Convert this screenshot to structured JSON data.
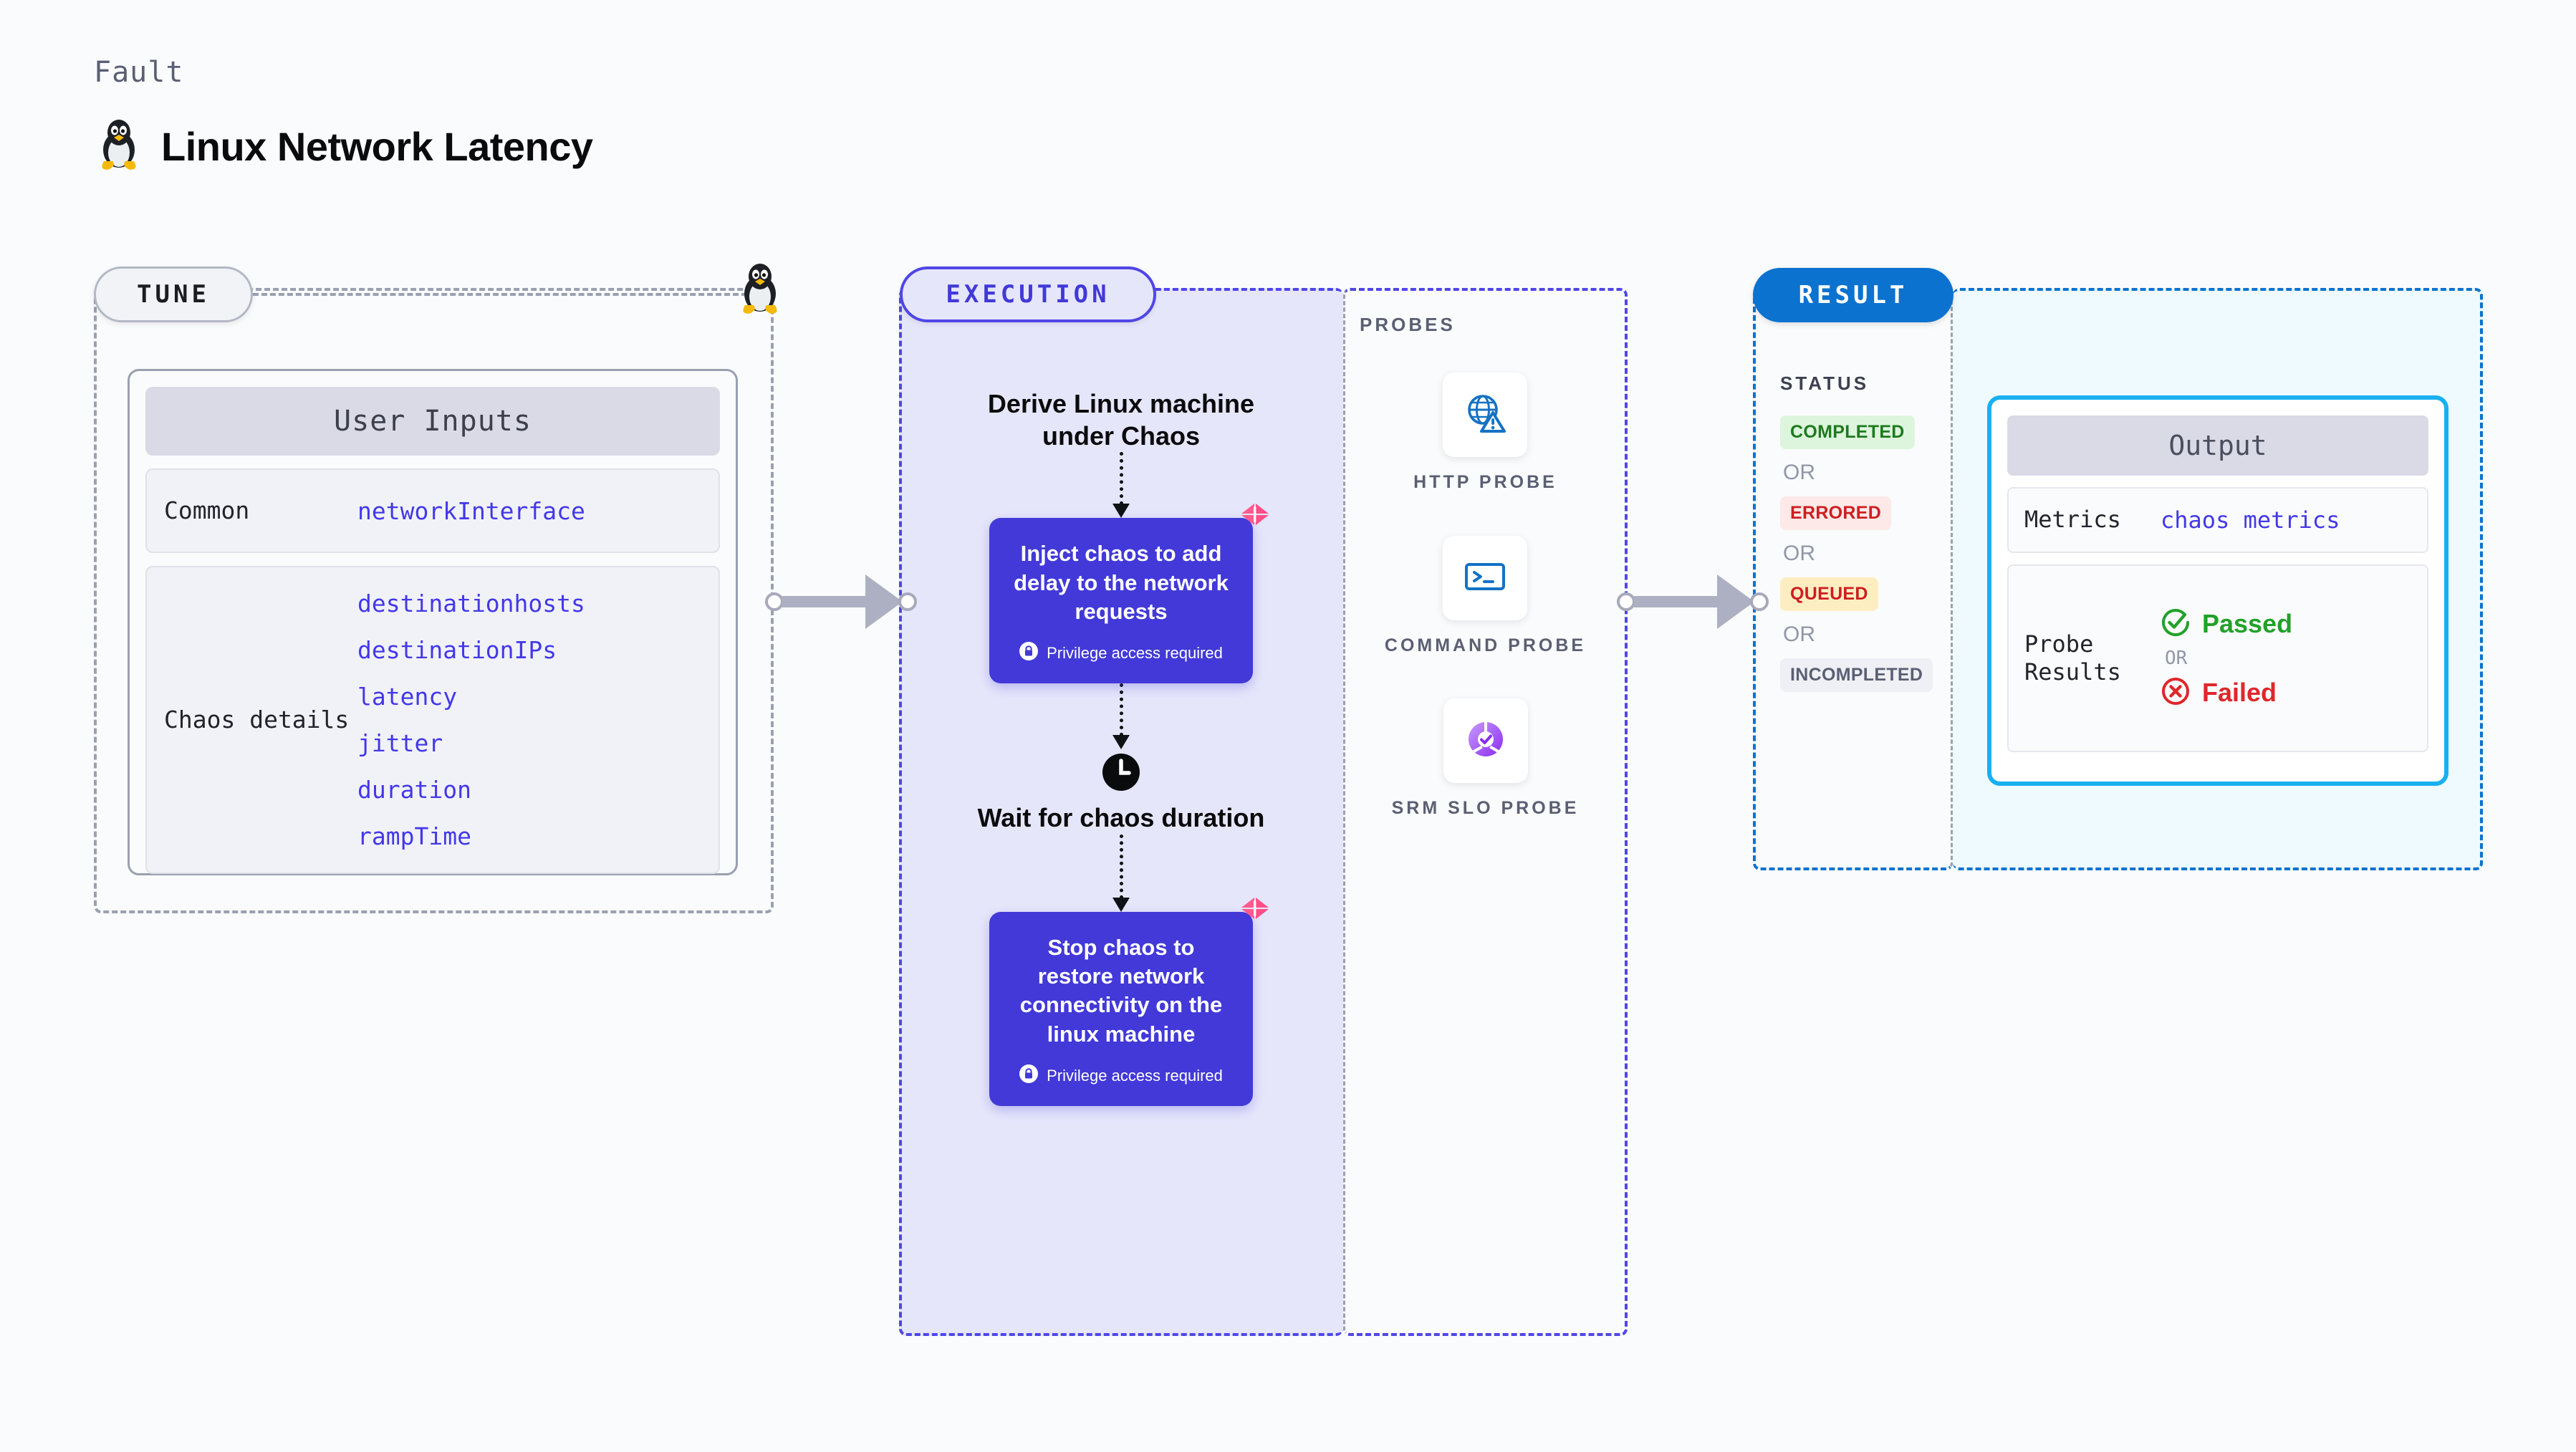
{
  "header": {
    "kicker": "Fault",
    "title": "Linux Network Latency",
    "icon": "linux-penguin-icon"
  },
  "tune": {
    "pill_label": "TUNE",
    "card_title": "User Inputs",
    "rows": [
      {
        "key": "Common",
        "values": [
          "networkInterface"
        ]
      },
      {
        "key": "Chaos details",
        "values": [
          "destinationhosts",
          "destinationIPs",
          "latency",
          "jitter",
          "duration",
          "rampTime"
        ]
      }
    ]
  },
  "execution": {
    "pill_label": "EXECUTION",
    "step_derive": "Derive Linux machine under Chaos",
    "step_inject": "Inject chaos to add delay to the network requests",
    "step_inject_note": "Privilege access required",
    "step_wait": "Wait for chaos duration",
    "step_stop": "Stop chaos to restore network connectivity on the linux machine",
    "step_stop_note": "Privilege access required"
  },
  "probes": {
    "section_label": "PROBES",
    "items": [
      {
        "icon": "globe-warning-icon",
        "name": "HTTP PROBE"
      },
      {
        "icon": "terminal-prompt-icon",
        "name": "COMMAND PROBE"
      },
      {
        "icon": "srm-slo-donut-check-icon",
        "name": "SRM SLO PROBE"
      }
    ]
  },
  "result": {
    "pill_label": "RESULT",
    "status_label": "STATUS",
    "or_label": "OR",
    "statuses": [
      {
        "label": "COMPLETED",
        "text_color": "#1e7a1e",
        "bg_color": "#ddf5dd"
      },
      {
        "label": "ERRORED",
        "text_color": "#cc1f1f",
        "bg_color": "#fde9e8"
      },
      {
        "label": "QUEUED",
        "text_color": "#cc1f1f",
        "bg_color": "#fdeec2"
      },
      {
        "label": "INCOMPLETED",
        "text_color": "#5b5f73",
        "bg_color": "#eff0f5"
      }
    ]
  },
  "output": {
    "card_title": "Output",
    "metrics_key": "Metrics",
    "metrics_value": "chaos metrics",
    "probe_results_key": "Probe Results",
    "passed_label": "Passed",
    "failed_label": "Failed",
    "or_label": "OR"
  },
  "colors": {
    "accent_purple": "#4239d8",
    "accent_blue": "#0b72cf",
    "accent_cyan": "#19b0f0",
    "harness_pink": "#ff5b8e",
    "value_text": "#4338e8"
  }
}
